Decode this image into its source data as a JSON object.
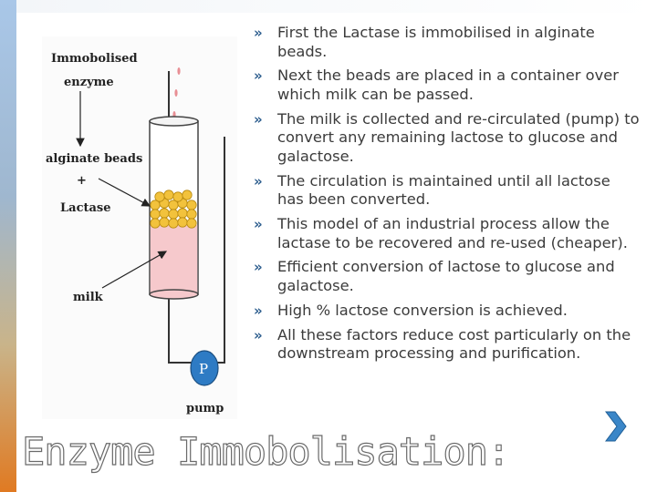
{
  "slide": {
    "title": "Enzyme Immobolisation:",
    "accent_color": "#2f5f8f",
    "bullet_marker": "»",
    "bullets": [
      "First the Lactase is immobilised in alginate beads.",
      "Next the beads are placed in a container over which milk can be passed.",
      "The milk is collected and re-circulated (pump) to convert any remaining lactose to glucose and galactose.",
      "The circulation is maintained until all lactose has been converted.",
      "This model of an industrial process allow the lactase to be recovered and re-used (cheaper).",
      "Efficient conversion of lactose to glucose and galactose.",
      "High % lactose conversion is achieved.",
      "All these factors reduce cost particularly on the downstream processing and purification."
    ],
    "next_icon": "chevron-right-icon"
  },
  "diagram": {
    "label_immobolised": "Immobolised",
    "label_enzyme": "enzyme",
    "label_alginate_beads": "alginate beads",
    "label_plus": "+",
    "label_lactase": "Lactase",
    "label_milk": "milk",
    "label_pump_letter": "P",
    "label_pump": "pump",
    "colors": {
      "milk": "#f6c9cc",
      "beads": "#f2c23c",
      "pump": "#2e7bc4",
      "drip": "#e88f95"
    }
  }
}
